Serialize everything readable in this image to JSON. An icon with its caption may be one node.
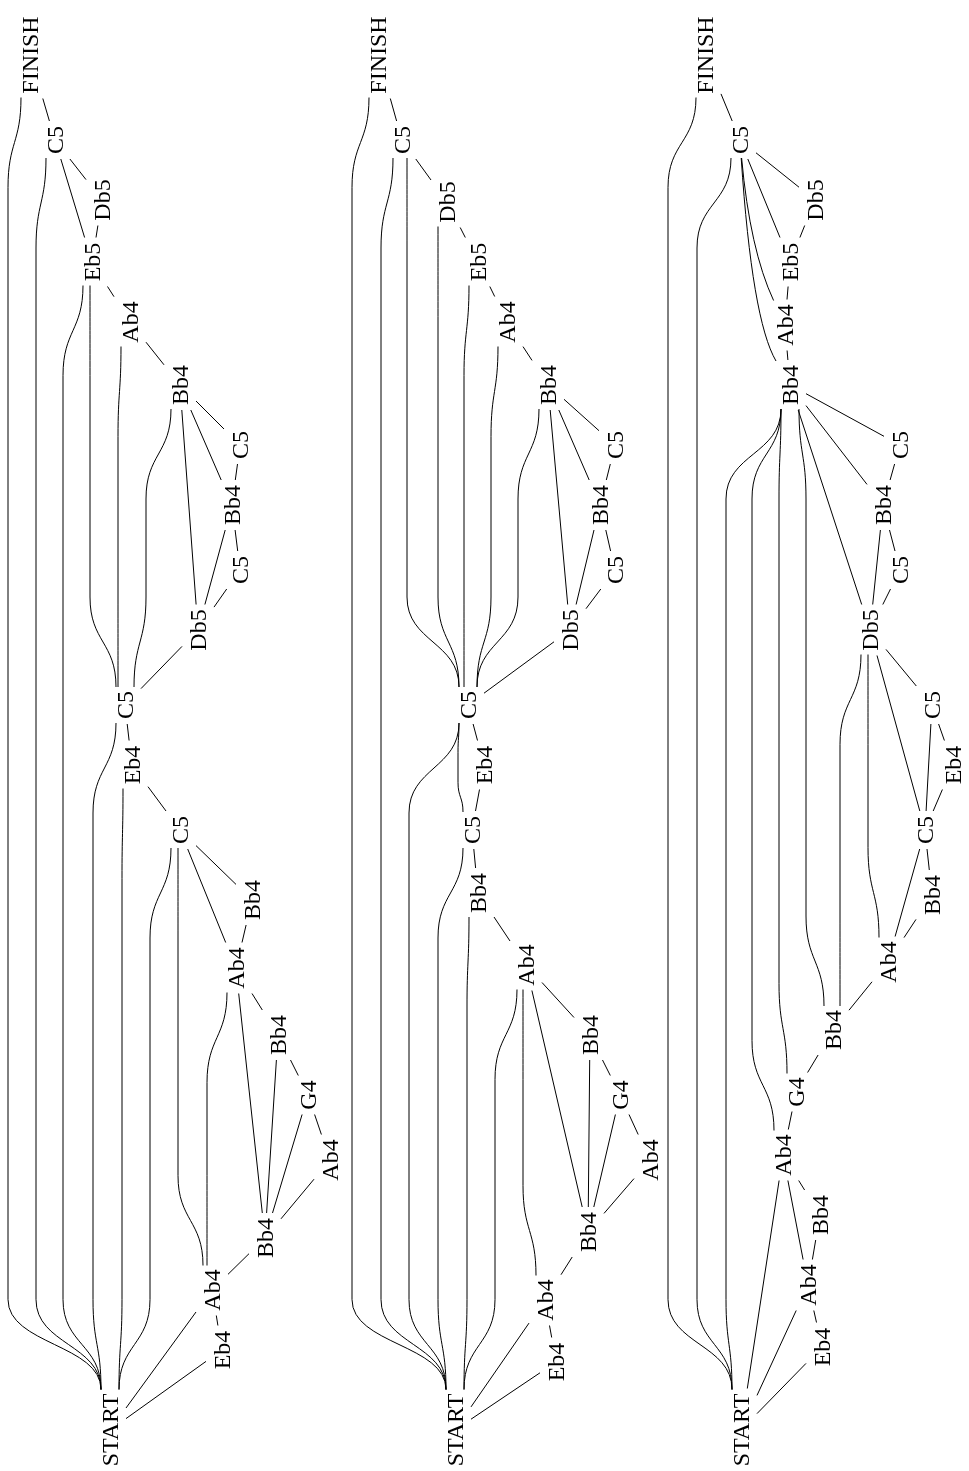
{
  "diagram": {
    "nodes": [
      {
        "text": [
          "FINISH"
        ]
      },
      {
        "text": [
          "C5"
        ]
      },
      {
        "text": [
          "Db5"
        ]
      },
      {
        "text": [
          "Eb5"
        ]
      },
      {
        "text": [
          "Ab4"
        ]
      },
      {
        "text": [
          "Bb4"
        ]
      },
      {
        "text": [
          "C5"
        ]
      },
      {
        "text": [
          "Bb4"
        ]
      },
      {
        "text": [
          "C5"
        ]
      },
      {
        "text": [
          "Db5"
        ]
      },
      {
        "text": [
          "C5"
        ]
      },
      {
        "text": [
          "Eb4"
        ]
      },
      {
        "text": [
          "C5"
        ]
      },
      {
        "text": [
          "Bb4"
        ]
      },
      {
        "text": [
          "Ab4"
        ]
      },
      {
        "text": [
          "Bb4"
        ]
      },
      {
        "text": [
          "G4"
        ]
      },
      {
        "text": [
          "Ab4"
        ]
      },
      {
        "text": [
          "Bb4"
        ]
      },
      {
        "text": [
          "Ab4"
        ]
      },
      {
        "text": [
          "Eb4"
        ]
      },
      {
        "text": [
          "START"
        ]
      },
      {
        "text": [
          "FINISH"
        ]
      },
      {
        "text": [
          "C5"
        ]
      },
      {
        "text": [
          "Db5"
        ]
      },
      {
        "text": [
          "Eb5"
        ]
      },
      {
        "text": [
          "Ab4"
        ]
      },
      {
        "text": [
          "Bb4"
        ]
      },
      {
        "text": [
          "C5"
        ]
      },
      {
        "text": [
          "Bb4"
        ]
      },
      {
        "text": [
          "C5"
        ]
      },
      {
        "text": [
          "Db5"
        ]
      },
      {
        "text": [
          "C5"
        ]
      },
      {
        "text": [
          "Eb4"
        ]
      },
      {
        "text": [
          "C5"
        ]
      },
      {
        "text": [
          "Bb4"
        ]
      },
      {
        "text": [
          "Ab4"
        ]
      },
      {
        "text": [
          "Bb4"
        ]
      },
      {
        "text": [
          "G4"
        ]
      },
      {
        "text": [
          "Ab4"
        ]
      },
      {
        "text": [
          "Bb4"
        ]
      },
      {
        "text": [
          "Ab4"
        ]
      },
      {
        "text": [
          "Eb4"
        ]
      },
      {
        "text": [
          "START"
        ]
      },
      {
        "text": [
          "FINISH"
        ]
      },
      {
        "text": [
          "C5"
        ]
      },
      {
        "text": [
          "Db5"
        ]
      },
      {
        "text": [
          "Eb5"
        ]
      },
      {
        "text": [
          "Ab4"
        ]
      },
      {
        "text": [
          "Bb4"
        ]
      },
      {
        "text": [
          "C5"
        ]
      },
      {
        "text": [
          "Bb4"
        ]
      },
      {
        "text": [
          "C5"
        ]
      },
      {
        "text": [
          "Db5"
        ]
      },
      {
        "text": [
          "C5"
        ]
      },
      {
        "text": [
          "Eb4"
        ]
      },
      {
        "text": [
          "C5"
        ]
      },
      {
        "text": [
          "Bb4"
        ]
      },
      {
        "text": [
          "Ab4"
        ]
      },
      {
        "text": [
          "Bb4"
        ]
      },
      {
        "text": [
          "G4"
        ]
      },
      {
        "text": [
          "Ab4"
        ]
      },
      {
        "text": [
          "Bb4"
        ]
      },
      {
        "text": [
          "Ab4"
        ]
      },
      {
        "text": [
          "Eb4"
        ]
      },
      {
        "text": [
          "START"
        ]
      }
    ],
    "edges": [
      {
        "from": 0,
        "to": 1,
        "arrow": "none"
      },
      {
        "from": 0,
        "to": 21,
        "arrow": "none"
      },
      {
        "from": 1,
        "to": 2,
        "arrow": "none"
      },
      {
        "from": 1,
        "to": 3,
        "arrow": "none"
      },
      {
        "from": 1,
        "to": 21,
        "arrow": "none"
      },
      {
        "from": 2,
        "to": 3,
        "arrow": "none"
      },
      {
        "from": 3,
        "to": 4,
        "arrow": "none"
      },
      {
        "from": 3,
        "to": 10,
        "arrow": "none"
      },
      {
        "from": 3,
        "to": 21,
        "arrow": "none"
      },
      {
        "from": 4,
        "to": 5,
        "arrow": "none"
      },
      {
        "from": 4,
        "to": 10,
        "arrow": "none"
      },
      {
        "from": 5,
        "to": 6,
        "arrow": "none"
      },
      {
        "from": 5,
        "to": 7,
        "arrow": "none"
      },
      {
        "from": 5,
        "to": 9,
        "arrow": "none"
      },
      {
        "from": 5,
        "to": 10,
        "arrow": "none"
      },
      {
        "from": 6,
        "to": 7,
        "arrow": "none"
      },
      {
        "from": 7,
        "to": 8,
        "arrow": "none"
      },
      {
        "from": 7,
        "to": 9,
        "arrow": "none"
      },
      {
        "from": 8,
        "to": 9,
        "arrow": "none"
      },
      {
        "from": 9,
        "to": 10,
        "arrow": "none"
      },
      {
        "from": 10,
        "to": 11,
        "arrow": "none"
      },
      {
        "from": 10,
        "to": 21,
        "arrow": "none"
      },
      {
        "from": 11,
        "to": 12,
        "arrow": "none"
      },
      {
        "from": 11,
        "to": 21,
        "arrow": "none"
      },
      {
        "from": 12,
        "to": 13,
        "arrow": "none"
      },
      {
        "from": 12,
        "to": 14,
        "arrow": "none"
      },
      {
        "from": 12,
        "to": 21,
        "arrow": "none"
      },
      {
        "from": 12,
        "to": 19,
        "arrow": "none"
      },
      {
        "from": 13,
        "to": 14,
        "arrow": "none"
      },
      {
        "from": 14,
        "to": 15,
        "arrow": "none"
      },
      {
        "from": 14,
        "to": 19,
        "arrow": "none"
      },
      {
        "from": 14,
        "to": 18,
        "arrow": "none"
      },
      {
        "from": 15,
        "to": 16,
        "arrow": "none"
      },
      {
        "from": 15,
        "to": 18,
        "arrow": "none"
      },
      {
        "from": 16,
        "to": 17,
        "arrow": "none"
      },
      {
        "from": 16,
        "to": 18,
        "arrow": "none"
      },
      {
        "from": 17,
        "to": 18,
        "arrow": "none"
      },
      {
        "from": 18,
        "to": 19,
        "arrow": "none"
      },
      {
        "from": 19,
        "to": 20,
        "arrow": "none"
      },
      {
        "from": 19,
        "to": 21,
        "arrow": "none"
      },
      {
        "from": 20,
        "to": 21,
        "arrow": "none"
      },
      {
        "from": 22,
        "to": 23,
        "arrow": "none"
      },
      {
        "from": 22,
        "to": 43,
        "arrow": "none"
      },
      {
        "from": 23,
        "to": 24,
        "arrow": "none"
      },
      {
        "from": 23,
        "to": 32,
        "arrow": "none"
      },
      {
        "from": 23,
        "to": 43,
        "arrow": "none"
      },
      {
        "from": 24,
        "to": 25,
        "arrow": "none"
      },
      {
        "from": 24,
        "to": 32,
        "arrow": "none"
      },
      {
        "from": 25,
        "to": 26,
        "arrow": "none"
      },
      {
        "from": 25,
        "to": 32,
        "arrow": "none"
      },
      {
        "from": 26,
        "to": 27,
        "arrow": "none"
      },
      {
        "from": 26,
        "to": 32,
        "arrow": "none"
      },
      {
        "from": 27,
        "to": 28,
        "arrow": "none"
      },
      {
        "from": 27,
        "to": 29,
        "arrow": "none"
      },
      {
        "from": 27,
        "to": 31,
        "arrow": "none"
      },
      {
        "from": 27,
        "to": 32,
        "arrow": "none"
      },
      {
        "from": 28,
        "to": 29,
        "arrow": "none"
      },
      {
        "from": 29,
        "to": 30,
        "arrow": "none"
      },
      {
        "from": 29,
        "to": 31,
        "arrow": "none"
      },
      {
        "from": 30,
        "to": 31,
        "arrow": "none"
      },
      {
        "from": 31,
        "to": 32,
        "arrow": "none"
      },
      {
        "from": 32,
        "to": 33,
        "arrow": "none"
      },
      {
        "from": 32,
        "to": 34,
        "arrow": "none"
      },
      {
        "from": 32,
        "to": 43,
        "arrow": "none"
      },
      {
        "from": 33,
        "to": 34,
        "arrow": "none"
      },
      {
        "from": 34,
        "to": 35,
        "arrow": "none"
      },
      {
        "from": 34,
        "to": 43,
        "arrow": "none"
      },
      {
        "from": 35,
        "to": 36,
        "arrow": "none"
      },
      {
        "from": 35,
        "to": 43,
        "arrow": "none"
      },
      {
        "from": 36,
        "to": 37,
        "arrow": "none"
      },
      {
        "from": 36,
        "to": 43,
        "arrow": "none"
      },
      {
        "from": 36,
        "to": 41,
        "arrow": "none"
      },
      {
        "from": 36,
        "to": 40,
        "arrow": "none"
      },
      {
        "from": 37,
        "to": 38,
        "arrow": "none"
      },
      {
        "from": 37,
        "to": 40,
        "arrow": "none"
      },
      {
        "from": 38,
        "to": 39,
        "arrow": "none"
      },
      {
        "from": 38,
        "to": 40,
        "arrow": "none"
      },
      {
        "from": 39,
        "to": 40,
        "arrow": "none"
      },
      {
        "from": 40,
        "to": 41,
        "arrow": "none"
      },
      {
        "from": 41,
        "to": 42,
        "arrow": "none"
      },
      {
        "from": 41,
        "to": 43,
        "arrow": "none"
      },
      {
        "from": 42,
        "to": 43,
        "arrow": "none"
      },
      {
        "from": 44,
        "to": 45,
        "arrow": "none"
      },
      {
        "from": 44,
        "to": 65,
        "arrow": "none"
      },
      {
        "from": 45,
        "to": 46,
        "arrow": "none"
      },
      {
        "from": 45,
        "to": 47,
        "arrow": "none"
      },
      {
        "from": 45,
        "to": 48,
        "arrow": "none"
      },
      {
        "from": 45,
        "to": 49,
        "arrow": "none"
      },
      {
        "from": 45,
        "to": 65,
        "arrow": "none"
      },
      {
        "from": 46,
        "to": 47,
        "arrow": "none"
      },
      {
        "from": 47,
        "to": 48,
        "arrow": "none"
      },
      {
        "from": 48,
        "to": 49,
        "arrow": "none"
      },
      {
        "from": 49,
        "to": 50,
        "arrow": "none"
      },
      {
        "from": 49,
        "to": 51,
        "arrow": "none"
      },
      {
        "from": 49,
        "to": 53,
        "arrow": "none"
      },
      {
        "from": 49,
        "to": 65,
        "arrow": "none"
      },
      {
        "from": 49,
        "to": 61,
        "arrow": "none"
      },
      {
        "from": 49,
        "to": 60,
        "arrow": "none"
      },
      {
        "from": 49,
        "to": 59,
        "arrow": "none"
      },
      {
        "from": 50,
        "to": 51,
        "arrow": "none"
      },
      {
        "from": 51,
        "to": 52,
        "arrow": "none"
      },
      {
        "from": 51,
        "to": 53,
        "arrow": "none"
      },
      {
        "from": 52,
        "to": 53,
        "arrow": "none"
      },
      {
        "from": 53,
        "to": 54,
        "arrow": "none"
      },
      {
        "from": 53,
        "to": 59,
        "arrow": "none"
      },
      {
        "from": 53,
        "to": 58,
        "arrow": "none"
      },
      {
        "from": 53,
        "to": 56,
        "arrow": "none"
      },
      {
        "from": 54,
        "to": 55,
        "arrow": "none"
      },
      {
        "from": 54,
        "to": 56,
        "arrow": "none"
      },
      {
        "from": 55,
        "to": 56,
        "arrow": "none"
      },
      {
        "from": 56,
        "to": 57,
        "arrow": "none"
      },
      {
        "from": 56,
        "to": 58,
        "arrow": "none"
      },
      {
        "from": 57,
        "to": 58,
        "arrow": "none"
      },
      {
        "from": 58,
        "to": 59,
        "arrow": "none"
      },
      {
        "from": 59,
        "to": 60,
        "arrow": "none"
      },
      {
        "from": 60,
        "to": 61,
        "arrow": "none"
      },
      {
        "from": 61,
        "to": 62,
        "arrow": "none"
      },
      {
        "from": 61,
        "to": 63,
        "arrow": "none"
      },
      {
        "from": 61,
        "to": 65,
        "arrow": "none"
      },
      {
        "from": 62,
        "to": 63,
        "arrow": "none"
      },
      {
        "from": 63,
        "to": 64,
        "arrow": "none"
      },
      {
        "from": 63,
        "to": 65,
        "arrow": "none"
      },
      {
        "from": 64,
        "to": 65,
        "arrow": "none"
      }
    ]
  }
}
